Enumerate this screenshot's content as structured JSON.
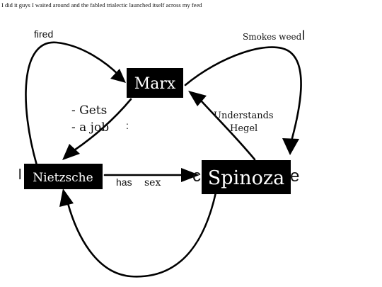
{
  "post": {
    "caption": "I did it guys I waited around and the fabled trialectic launched itself across my feed"
  },
  "diagram": {
    "nodes": {
      "marx": "Marx",
      "nietzsche": "Nietzsche",
      "spinoza": "Spinoza"
    },
    "labels": {
      "fired": "fired",
      "smokes_weed": "Smokes weed",
      "gets_a_job_line1": "- Gets",
      "gets_a_job_line2": "- a job",
      "understands_hegel_line1": "Understands",
      "understands_hegel_line2": "Hegel",
      "has_sex_1": "has",
      "has_sex_2": "sex"
    },
    "stray_marks": {
      "left_bar": "l",
      "right_bar": "l",
      "colon": ":",
      "c_letter": "c",
      "e_letter": "e"
    }
  }
}
